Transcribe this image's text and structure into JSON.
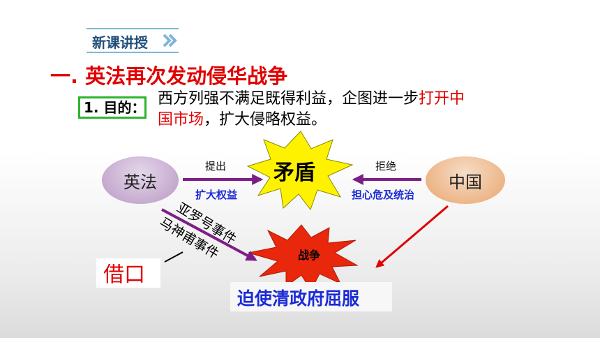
{
  "badge": {
    "label": "新课讲授"
  },
  "heading": "一. 英法再次发动侵华战争",
  "goal": {
    "label": "1. 目的：",
    "text_part1": "西方列强不满足既得利益，企图进一步",
    "text_highlight_a": "打开中",
    "text_highlight_b": "国市场",
    "text_part2": "，扩大侵略权益。"
  },
  "diagram": {
    "left_node": "英法",
    "right_node": "中国",
    "center": "矛盾",
    "left_arrow_top": "提出",
    "left_arrow_bottom": "扩大权益",
    "right_arrow_top": "拒绝",
    "right_arrow_bottom": "担心危及统治",
    "war": "战争",
    "event1": "亚罗号事件",
    "event2": "马神甫事件",
    "excuse": "借口",
    "result": "迫使清政府屈服"
  },
  "colors": {
    "red": "#e00000",
    "blue": "#1c2bd6",
    "arrow": "#7b1f86",
    "star": "#fff200",
    "burst": "#e8270c"
  }
}
